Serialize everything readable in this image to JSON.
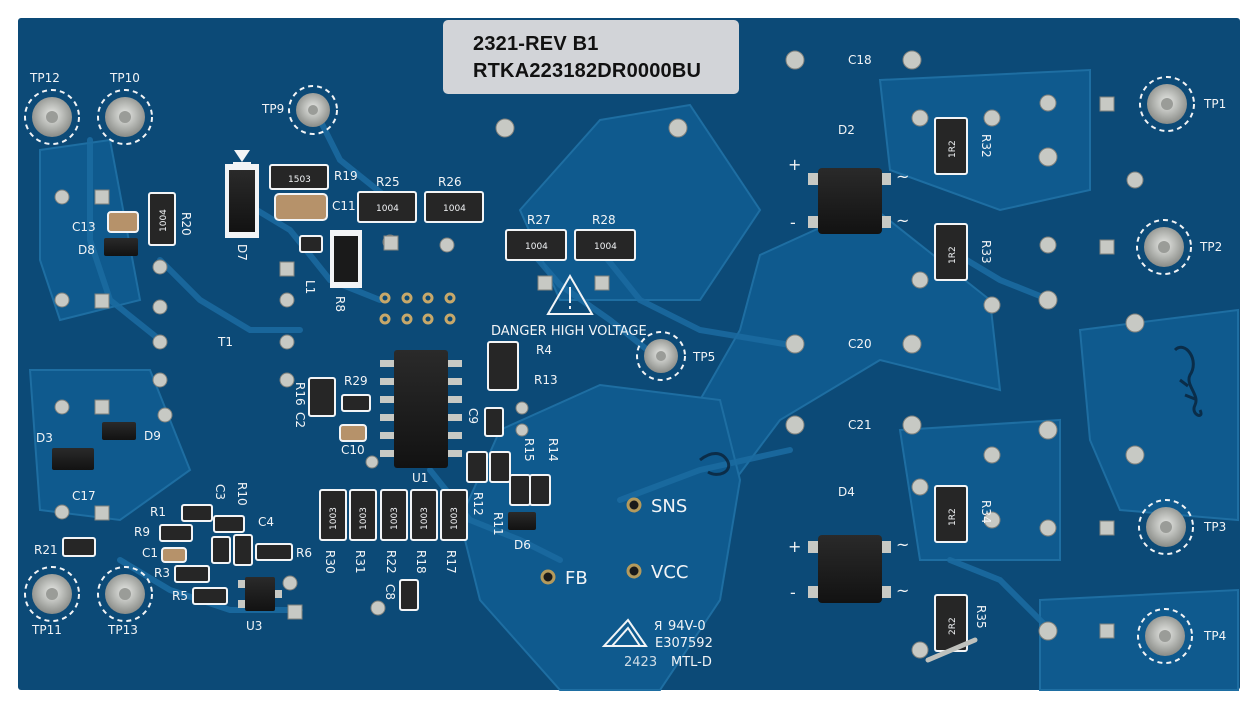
{
  "board": {
    "label_line1": "2321-REV B1",
    "label_line2": "RTKA223182DR0000BU",
    "colors": {
      "pcb": "#0c4b78",
      "copper": "#0f5a8c",
      "silkscreen": "#f2f4f6",
      "pad": "#c7c9c4"
    },
    "test_points": {
      "tp1": "TP1",
      "tp2": "TP2",
      "tp3": "TP3",
      "tp4": "TP4",
      "tp5": "TP5",
      "tp9": "TP9",
      "tp10": "TP10",
      "tp11": "TP11",
      "tp12": "TP12",
      "tp13": "TP13"
    },
    "designators": {
      "c18": "C18",
      "c20": "C20",
      "c21": "C21",
      "d2": "D2",
      "d4": "D4",
      "r32": "R32",
      "r33": "R33",
      "r34": "R34",
      "r35": "R35",
      "r19": "R19",
      "r25": "R25",
      "r26": "R26",
      "r27": "R27",
      "r28": "R28",
      "c11": "C11",
      "c13": "C13",
      "d7": "D7",
      "d8": "D8",
      "r20": "R20",
      "l1": "L1",
      "r8": "R8",
      "t1": "T1",
      "r4": "R4",
      "r13": "R13",
      "r29": "R29",
      "r16": "R16",
      "c2": "C2",
      "c10": "C10",
      "u1": "U1",
      "c9": "C9",
      "r15": "R15",
      "r14": "R14",
      "r12": "R12",
      "r11": "R11",
      "d6": "D6",
      "d3": "D3",
      "d9": "D9",
      "c17": "C17",
      "r21": "R21",
      "r1": "R1",
      "r9": "R9",
      "c1": "C1",
      "r3": "R3",
      "r5": "R5",
      "c3": "C3",
      "r10": "R10",
      "c4": "C4",
      "r6": "R6",
      "u3": "U3",
      "r30": "R30",
      "r31": "R31",
      "r22": "R22",
      "r18": "R18",
      "r17": "R17",
      "c8": "C8"
    },
    "warning_text": "DANGER HIGH VOLTAGE",
    "signals": {
      "sns": "SNS",
      "vcc": "VCC",
      "fb": "FB"
    },
    "polarity": {
      "plus": "+",
      "minus": "-",
      "ac": "~"
    },
    "ul_rating": "94V-0",
    "ul_file": "E307592",
    "date_code": "2423",
    "mtl": "MTL-D",
    "resistor_markings": {
      "r19": "1503",
      "r25": "1004",
      "r26": "1004",
      "r27": "1004",
      "r28": "1004",
      "r20": "1004",
      "r32": "1R2",
      "r33": "1R2",
      "r34": "1R2",
      "r35": "2R2",
      "r30": "1003",
      "r31": "1003",
      "r22": "1003",
      "r18": "1003",
      "r17": "1003"
    }
  }
}
